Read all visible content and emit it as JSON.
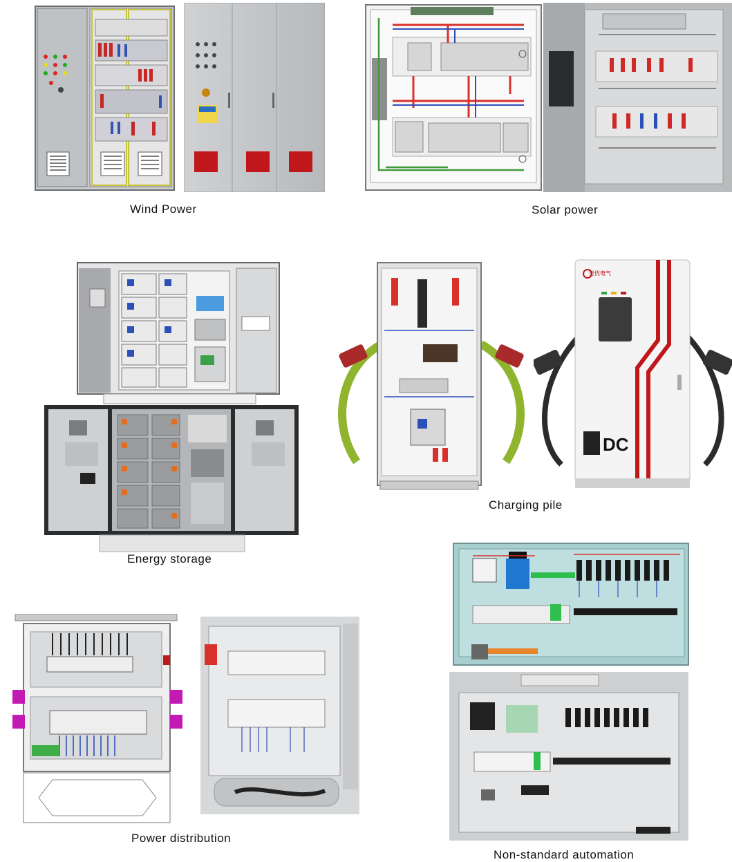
{
  "captions": {
    "wind": "Wind Power",
    "solar": "Solar power",
    "storage": "Energy storage",
    "charging": "Charging pile",
    "distribution": "Power distribution",
    "automation": "Non-standard automation"
  },
  "charger": {
    "logo_text": "世优电气",
    "badge_text": "DC"
  },
  "colors": {
    "cabinet_grey": "#b9bcbf",
    "cabinet_light": "#e2e3e4",
    "interior_dark": "#3a3d40",
    "warning_red": "#cc1e22",
    "cable_green": "#7fa52a",
    "wire_red": "#d9302c",
    "wire_blue": "#2d4fb8"
  }
}
